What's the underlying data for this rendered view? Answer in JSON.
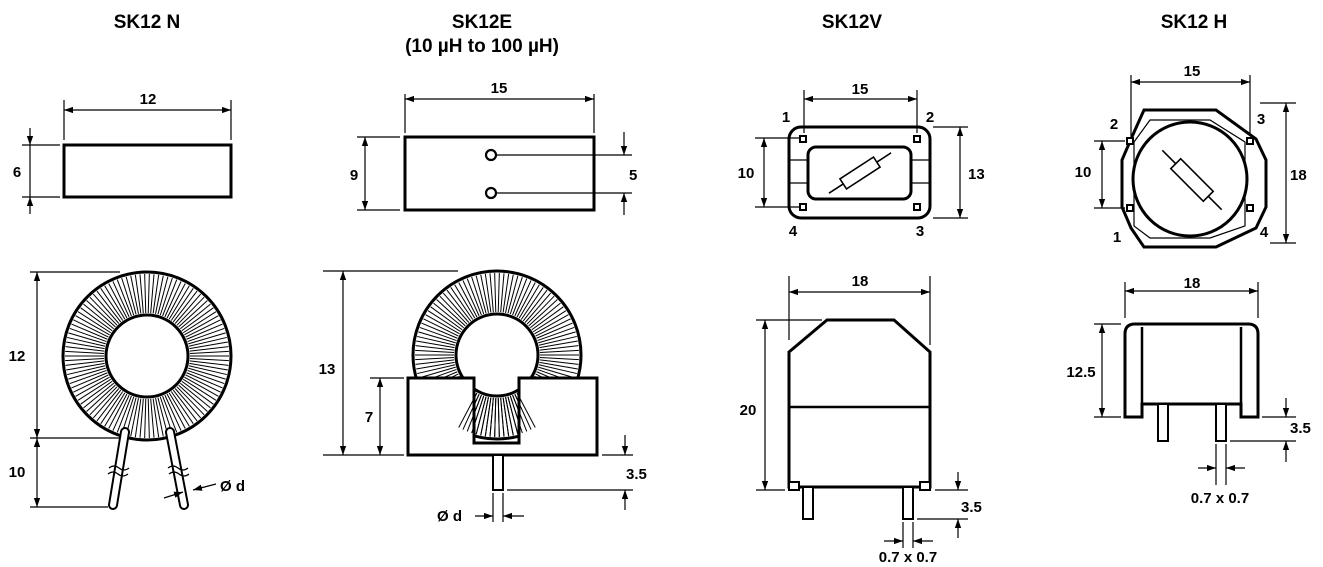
{
  "parts": [
    {
      "title": "SK12 N",
      "top_view": {
        "width": "12",
        "height": "6"
      },
      "side_view": {
        "height": "12",
        "lead_length": "10",
        "lead_diameter": "Ø d"
      }
    },
    {
      "title": "SK12E",
      "subtitle": "(10 µH to 100 µH)",
      "top_view": {
        "width": "15",
        "height": "9",
        "pin_spacing": "5"
      },
      "side_view": {
        "height": "13",
        "base_height": "7",
        "lead_length": "3.5",
        "lead_diameter": "Ø d"
      }
    },
    {
      "title": "SK12V",
      "top_view": {
        "width": "15",
        "height": "13",
        "inner_height": "10",
        "pin_labels": [
          "1",
          "2",
          "3",
          "4"
        ]
      },
      "side_view": {
        "width": "18",
        "height": "20",
        "lead_length": "3.5",
        "pin_size": "0.7 x 0.7"
      }
    },
    {
      "title": "SK12 H",
      "top_view": {
        "width": "15",
        "height": "18",
        "inner_height": "10",
        "pin_labels": [
          "1",
          "2",
          "3",
          "4"
        ]
      },
      "side_view": {
        "width": "18",
        "height": "12.5",
        "lead_length": "3.5",
        "pin_size": "0.7 x 0.7"
      }
    }
  ]
}
